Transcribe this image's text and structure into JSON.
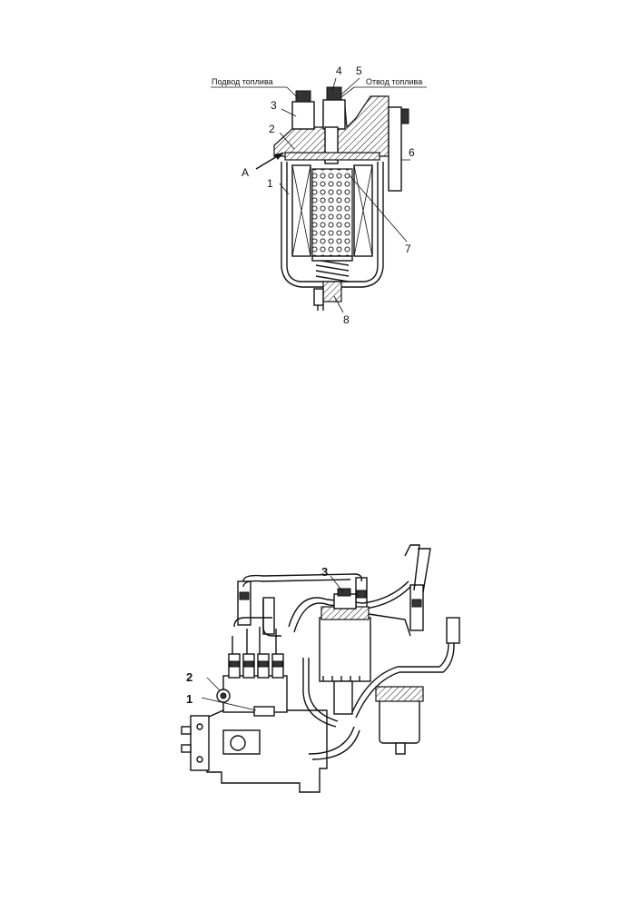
{
  "figure_top": {
    "inlet_label": "Подвод топлива",
    "outlet_label": "Отвод топлива",
    "callouts": [
      "1",
      "2",
      "3",
      "4",
      "5",
      "6",
      "7",
      "8"
    ],
    "arrow_label": "А"
  },
  "figure_bottom": {
    "callouts": [
      "1",
      "2",
      "3"
    ]
  }
}
